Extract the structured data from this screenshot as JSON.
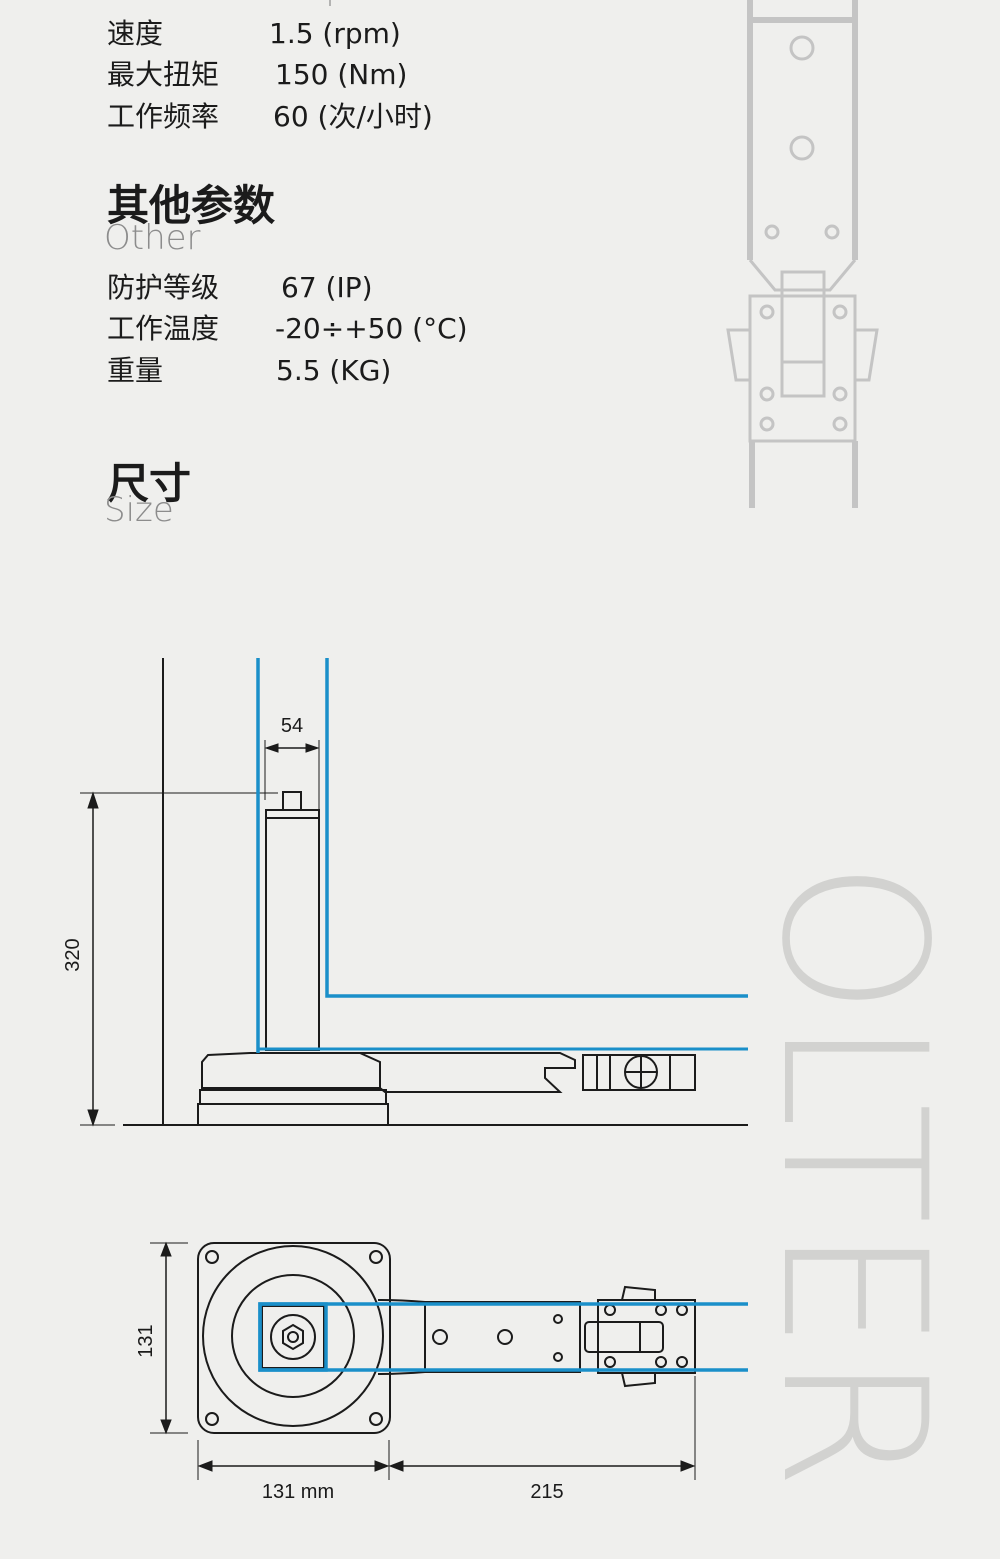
{
  "params_top": [
    {
      "label": "速度",
      "value": "1.5 (rpm)"
    },
    {
      "label": "最大扭矩",
      "value": "150 (Nm)"
    },
    {
      "label": "工作频率",
      "value": "60  (次/小时)"
    }
  ],
  "other": {
    "title_cn": "其他参数",
    "title_en": "Other",
    "rows": [
      {
        "label": "防护等级",
        "value": "67 (IP)"
      },
      {
        "label": "工作温度",
        "value": "-20÷+50 (°C)"
      },
      {
        "label": "重量",
        "value": "5.5 (KG)"
      }
    ]
  },
  "size": {
    "title_cn": "尺寸",
    "title_en": "Size"
  },
  "dims": {
    "side_width": "54",
    "side_height": "320",
    "top_height": "131",
    "top_base": "131 mm",
    "top_arm": "215"
  },
  "watermark": "OLTER",
  "colors": {
    "blue": "#1a8fc9",
    "line": "#1b1b1b",
    "gray": "#c4c4c4",
    "bg": "#efefed"
  }
}
